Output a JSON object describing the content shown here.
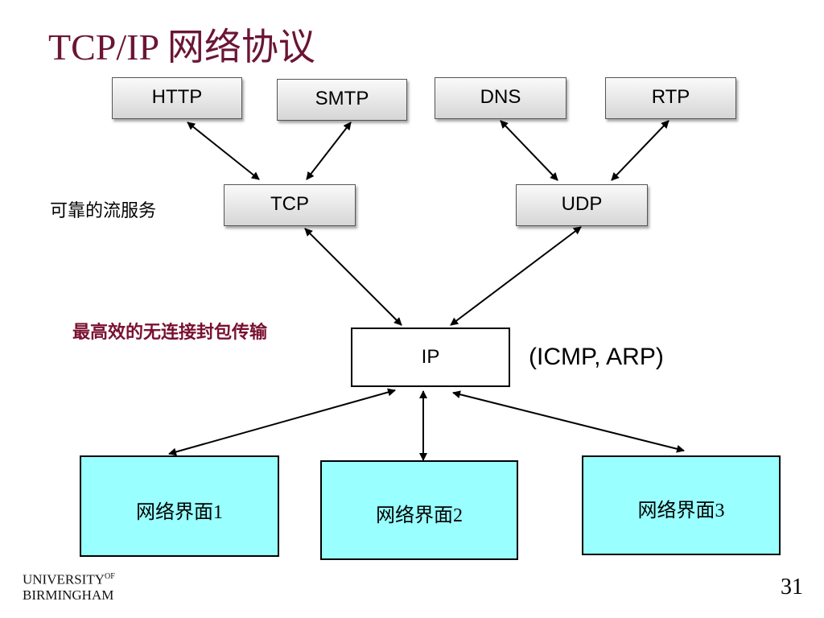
{
  "slide": {
    "title": "TCP/IP 网络协议",
    "page_number": "31"
  },
  "application_layer": [
    {
      "label": "HTTP"
    },
    {
      "label": "SMTP"
    },
    {
      "label": "DNS"
    },
    {
      "label": "RTP"
    }
  ],
  "transport_layer": [
    {
      "label": "TCP"
    },
    {
      "label": "UDP"
    }
  ],
  "network_layer": {
    "label": "IP",
    "note": "(ICMP, ARP)"
  },
  "interfaces": [
    {
      "label": "网络界面1"
    },
    {
      "label": "网络界面2"
    },
    {
      "label": "网络界面3"
    }
  ],
  "annotations": {
    "tcp_description": "可靠的流服务",
    "ip_description": "最高效的无连接封包传输"
  },
  "logo": {
    "line1": "UNIVERSITY",
    "sup": "OF",
    "line2": "BIRMINGHAM"
  },
  "colors": {
    "title": "#6b1535",
    "annotation_red": "#7a1030",
    "interface_fill": "#99ffff"
  }
}
